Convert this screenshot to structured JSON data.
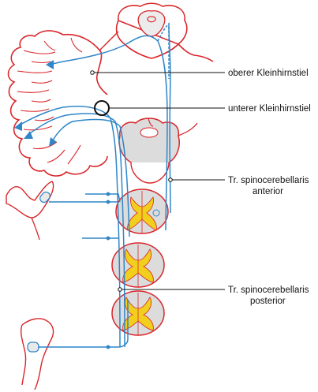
{
  "labels": {
    "superior_peduncle": "oberer Kleinhirnstiel",
    "inferior_peduncle": "unterer Kleinhirnstiel",
    "anterior_tract_line1": "Tr. spinocerebellaris",
    "anterior_tract_line2": "anterior",
    "posterior_tract_line1": "Tr. spinocerebellaris",
    "posterior_tract_line2": "posterior"
  },
  "colors": {
    "outline": "#d9262b",
    "pathway": "#2f86c8",
    "grey_matter": "#f2cf1d",
    "white_matter": "#dcdcdc",
    "leader_line": "#111111",
    "label_text": "#111111"
  }
}
